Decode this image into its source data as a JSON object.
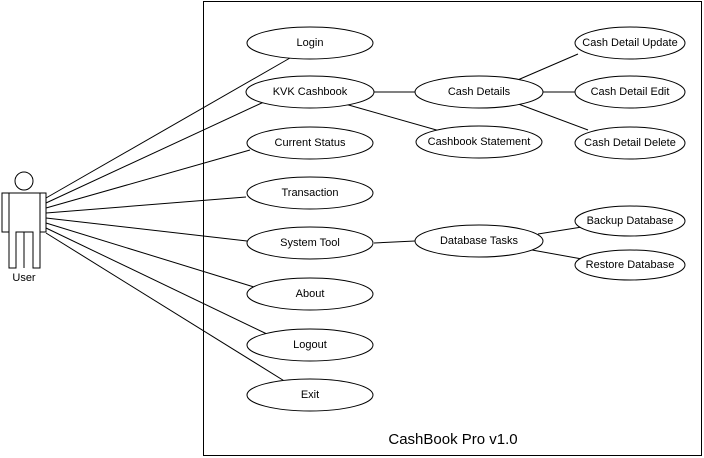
{
  "system": {
    "title": "CashBook Pro v1.0"
  },
  "actor": {
    "label": "User"
  },
  "use_cases": {
    "login": "Login",
    "kvk_cashbook": "KVK Cashbook",
    "current_status": "Current Status",
    "transaction": "Transaction",
    "system_tool": "System Tool",
    "about": "About",
    "logout": "Logout",
    "exit": "Exit",
    "cash_details": "Cash Details",
    "cashbook_statement": "Cashbook Statement",
    "database_tasks": "Database Tasks",
    "cash_detail_update": "Cash Detail Update",
    "cash_detail_edit": "Cash Detail Edit",
    "cash_detail_delete": "Cash Detail Delete",
    "backup_database": "Backup Database",
    "restore_database": "Restore Database"
  }
}
